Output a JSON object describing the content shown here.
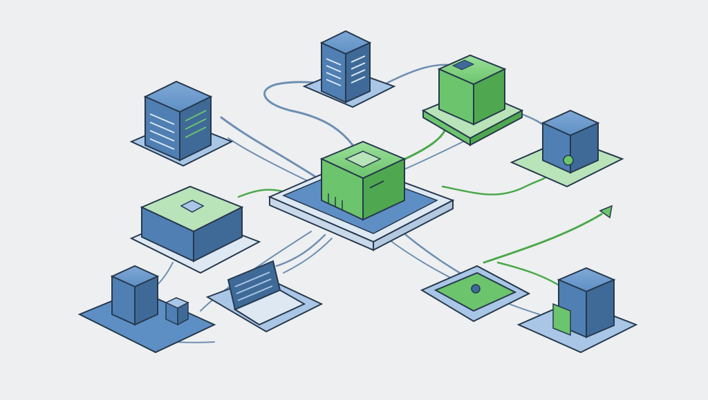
{
  "diagram": {
    "hub": {
      "icon": "network-hub-icon"
    },
    "nodes": [
      {
        "id": "server-tower-top",
        "icon": "server-tower-icon"
      },
      {
        "id": "server-rack-left",
        "icon": "server-rack-icon"
      },
      {
        "id": "green-module-top-right",
        "icon": "green-server-module-icon"
      },
      {
        "id": "security-server-right",
        "icon": "security-server-icon"
      },
      {
        "id": "flat-appliance-left",
        "icon": "storage-appliance-icon"
      },
      {
        "id": "laptop-bottom-center",
        "icon": "laptop-icon"
      },
      {
        "id": "workstation-bottom-left",
        "icon": "desktop-tower-icon"
      },
      {
        "id": "device-pad-bottom-right",
        "icon": "tablet-device-icon"
      },
      {
        "id": "datacenter-bottom-right",
        "icon": "datacenter-cylinder-icon"
      }
    ],
    "colors": {
      "background": "#eeeff0",
      "blue_dark": "#3f6a98",
      "blue_mid": "#5e8fc4",
      "blue_light": "#a9c6e6",
      "green_dark": "#4fa84f",
      "green_mid": "#6cc46c",
      "green_light": "#b9e3b9",
      "outline": "#26384d",
      "cable_blue": "#6d8fb3",
      "cable_green": "#4aa84a"
    }
  }
}
